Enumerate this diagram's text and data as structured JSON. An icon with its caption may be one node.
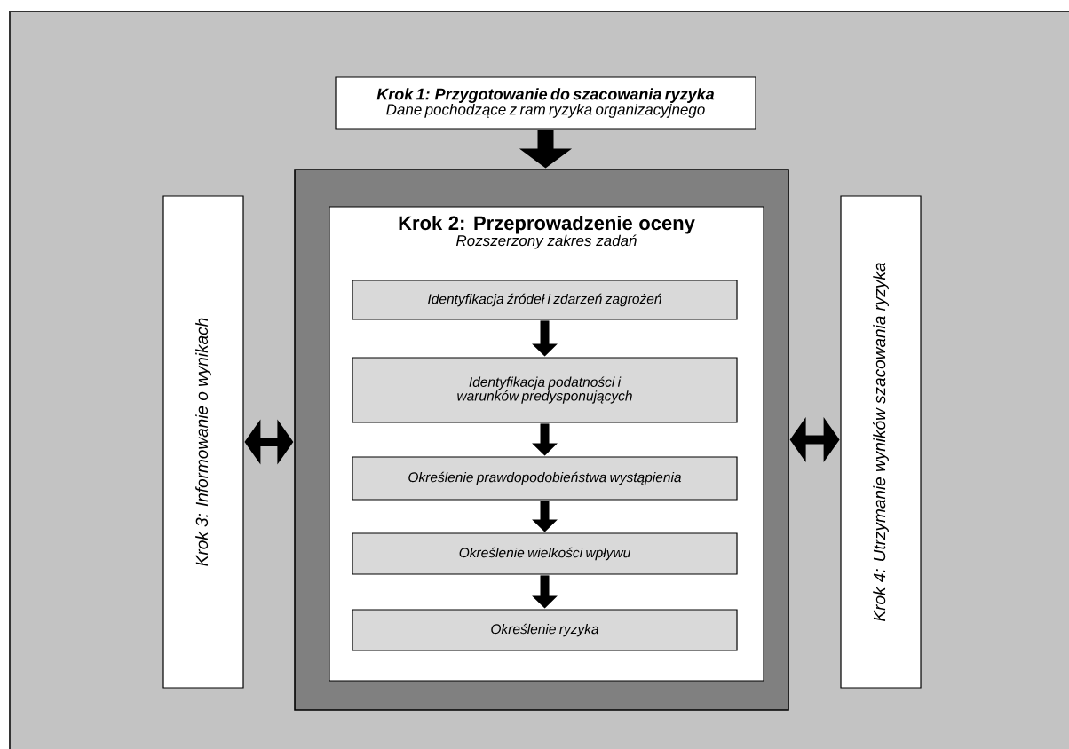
{
  "diagram": {
    "nodes": [
      {
        "text": [
          "Krok 1: Przygotowanie do szacowania ryzyka",
          "Dane pochodzące z ram ryzyka organizacyjnego"
        ]
      },
      {
        "text": [],
        "shape": "box"
      },
      {
        "text": [
          "Krok 2: Przeprowadzenie oceny",
          "Rozszerzony zakres zadań"
        ],
        "in": 1
      },
      {
        "text": [
          "Identyfikacja źródeł i zdarzeń zagrożeń"
        ],
        "in": 2
      },
      {
        "text": [
          "Identyfikacja podatności i warunków predysponujących"
        ],
        "in": 2
      },
      {
        "text": [
          "Określenie prawdopodobieństwa wystąpienia"
        ],
        "in": 2
      },
      {
        "text": [
          "Określenie wielkości wpływu"
        ],
        "in": 2
      },
      {
        "text": [
          "Określenie ryzyka"
        ],
        "in": 2
      },
      {
        "text": [
          "Krok 3: Informowanie o wynikach"
        ]
      },
      {
        "text": [
          "Krok 4: Utrzymanie wyników szacowania ryzyka"
        ]
      }
    ],
    "edges": [
      {
        "from": 0,
        "to": 1,
        "arrow": "to",
        "style": "thick"
      },
      {
        "from": 3,
        "to": 4,
        "arrow": "to"
      },
      {
        "from": 4,
        "to": 5,
        "arrow": "to"
      },
      {
        "from": 5,
        "to": 6,
        "arrow": "to"
      },
      {
        "from": 6,
        "to": 7,
        "arrow": "to"
      },
      {
        "from": 8,
        "to": 1,
        "arrow": "both"
      },
      {
        "from": 1,
        "to": 9,
        "arrow": "both"
      }
    ]
  }
}
